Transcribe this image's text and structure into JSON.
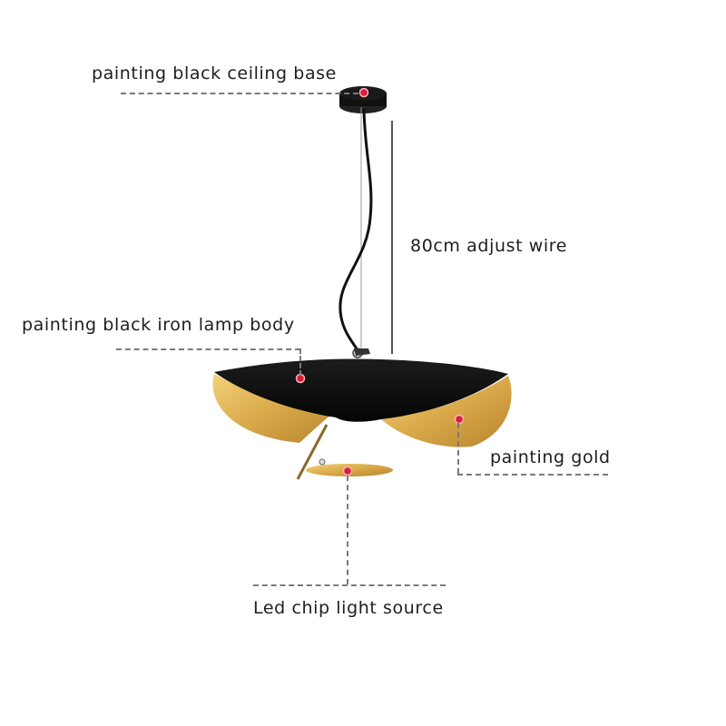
{
  "diagram": {
    "subject": "pendant lamp",
    "colors": {
      "black": "#101010",
      "gold": "#d9a94a",
      "marker": "#d8203a",
      "line": "#7a7a7a",
      "text": "#1e1e1e"
    },
    "labels": {
      "ceiling_base": "painting black ceiling base",
      "wire": "80cm adjust wire",
      "lamp_body": "painting black iron lamp body",
      "gold": "painting gold",
      "light_source": "Led chip light source"
    }
  }
}
